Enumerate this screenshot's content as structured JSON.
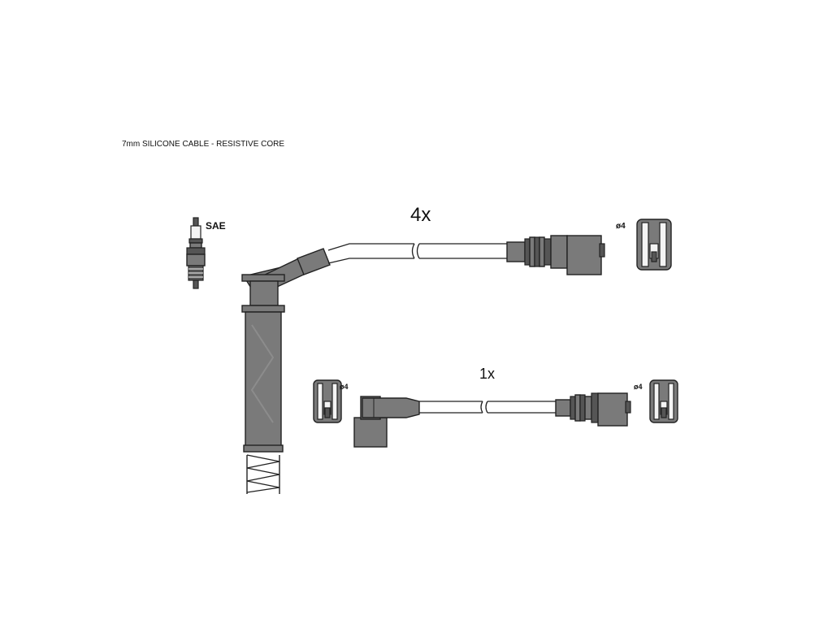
{
  "caption": "7mm SILICONE CABLE - RESISTIVE CORE",
  "spark_plug_label": "SAE",
  "lead_long_quantity": "4x",
  "lead_short_quantity": "1x",
  "terminal_size_label": "ø4",
  "colors": {
    "body": "#7a7a7a",
    "outline": "#222222",
    "background": "#ffffff"
  }
}
